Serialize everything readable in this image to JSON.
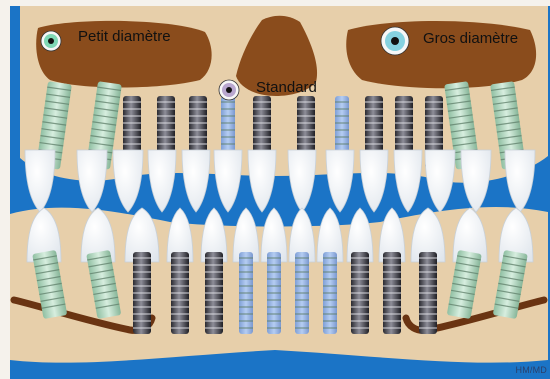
{
  "legend": {
    "small": {
      "label": "Petit diamètre",
      "color": "#7fd8b5",
      "implant_color": "#b9dcc4"
    },
    "standard": {
      "label": "Standard",
      "color": "#b9a7cf",
      "implant_color": "#3a3a44"
    },
    "large": {
      "label": "Gros diamètre",
      "color": "#86d2e0",
      "implant_color": "#9ab7e4"
    }
  },
  "credit": "HM/MD",
  "colors": {
    "background": "#1b74c6",
    "bone": "#e7cfaa",
    "sinus": "#8a4c1c",
    "tooth": "#f2f5f8",
    "canal": "#6a3412"
  }
}
